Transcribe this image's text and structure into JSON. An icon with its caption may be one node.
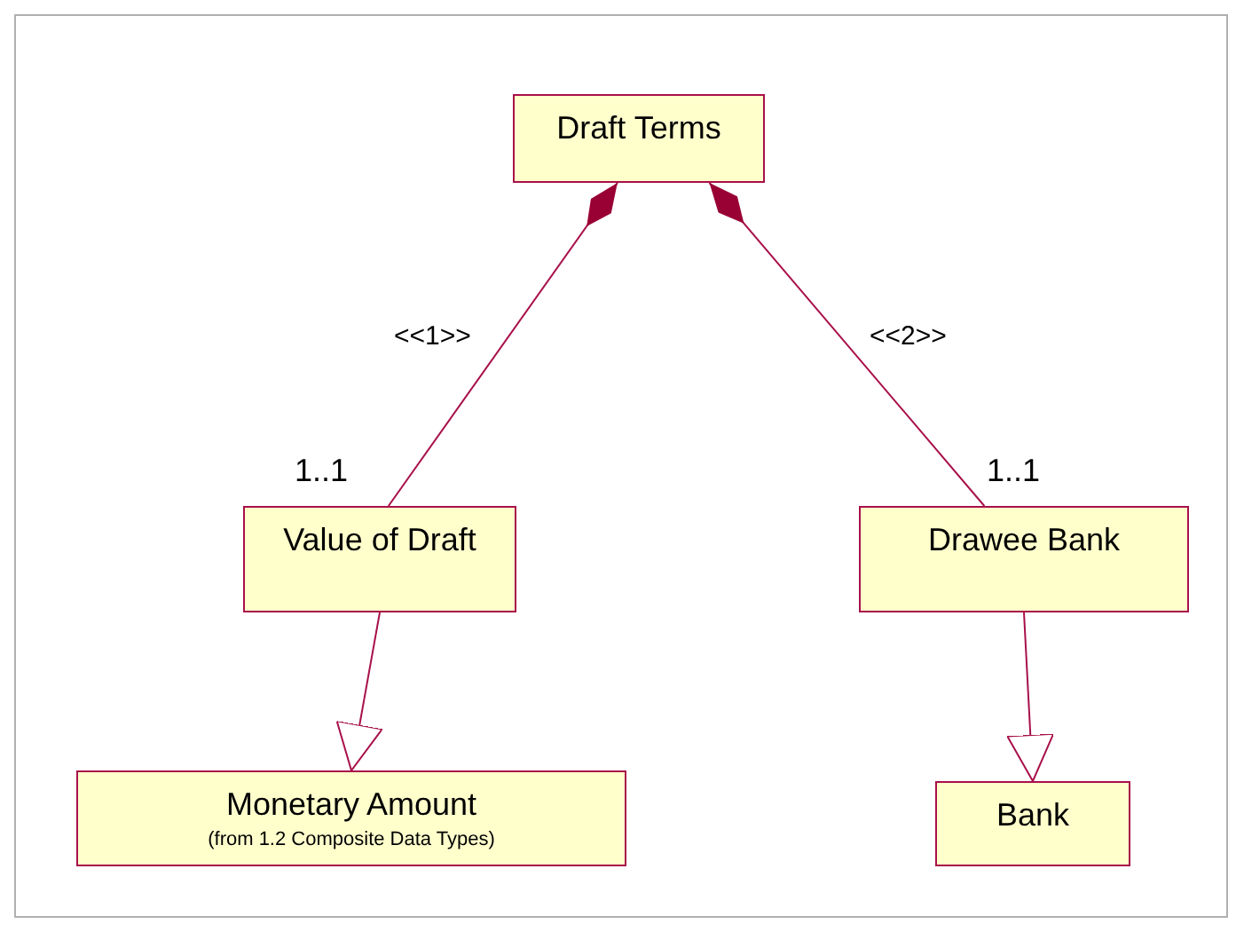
{
  "diagram": {
    "nodes": [
      {
        "text": [
          "Draft Terms"
        ]
      },
      {
        "text": [
          "Value of Draft"
        ],
        "beside": [
          "1..1"
        ]
      },
      {
        "text": [
          "Drawee Bank"
        ],
        "beside": [
          "1..1"
        ]
      },
      {
        "text": [
          "Monetary Amount",
          "(from 1.2 Composite Data Types)"
        ]
      },
      {
        "text": [
          "Bank"
        ]
      }
    ],
    "edges": [
      {
        "from": 0,
        "to": 1,
        "arrow": "other",
        "label": "<<1>>"
      },
      {
        "from": 0,
        "to": 2,
        "arrow": "other",
        "label": "<<2>>"
      },
      {
        "from": 1,
        "to": 3,
        "arrow": "to"
      },
      {
        "from": 2,
        "to": 4,
        "arrow": "to"
      }
    ]
  }
}
